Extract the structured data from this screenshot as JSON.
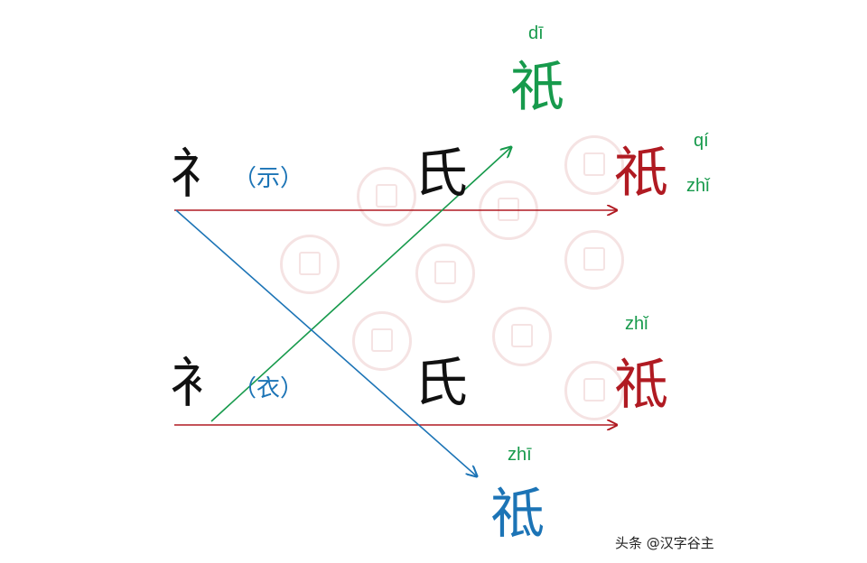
{
  "colors": {
    "red": "#b01a22",
    "green": "#179a4c",
    "blue": "#1c74b6",
    "black": "#111111"
  },
  "top_row": {
    "radical": "礻",
    "paren": "（示）",
    "component": "氏"
  },
  "bottom_row": {
    "radical": "衤",
    "paren": "（衣）",
    "component": "氏"
  },
  "results": {
    "green": {
      "char": "祇",
      "pinyin": "dī"
    },
    "red_top": {
      "char": "祇",
      "pinyin_1": "qí",
      "pinyin_2": "zhǐ"
    },
    "red_bottom": {
      "char": "祗",
      "pinyin": "zhǐ"
    },
    "blue": {
      "char": "祗",
      "pinyin": "zhī"
    }
  },
  "credit": "头条 @汉字谷主"
}
